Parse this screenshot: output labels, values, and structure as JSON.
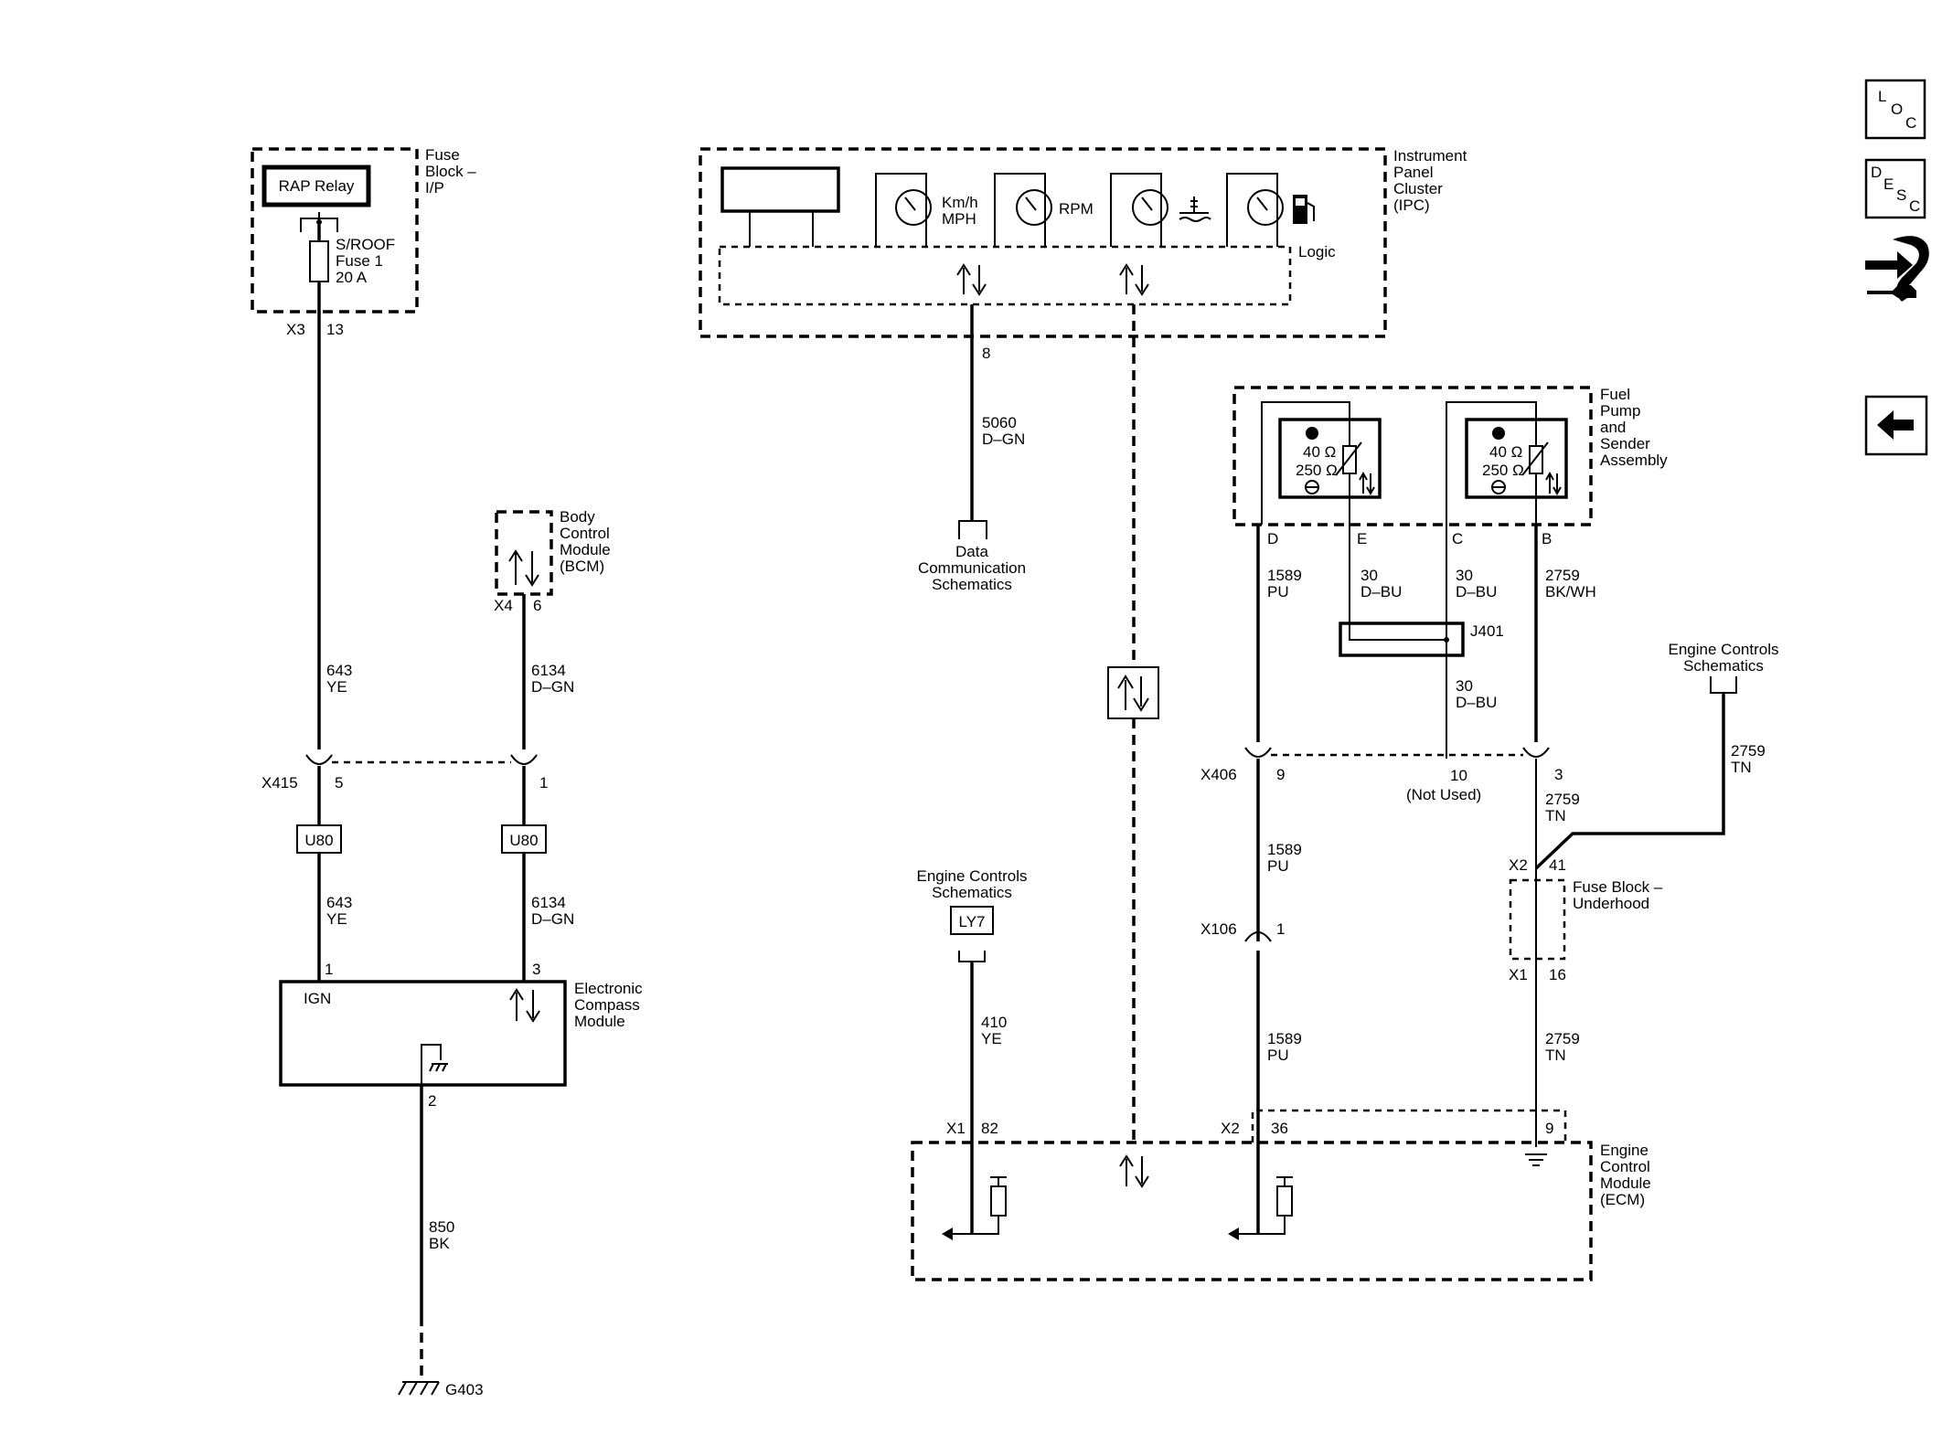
{
  "fuse_block_ip": {
    "name": "Fuse Block – I/P",
    "relay": "RAP Relay",
    "fuse": "S/ROOF Fuse 1 20 A",
    "connector": "X3",
    "pin": "13"
  },
  "bcm": {
    "name": "Body Control Module (BCM)",
    "connector": "X4",
    "pin": "6"
  },
  "wire_643": {
    "circuit": "643",
    "color": "YE"
  },
  "wire_6134": {
    "circuit": "6134",
    "color": "D–GN"
  },
  "x415": {
    "connector": "X415",
    "pin_a": "5",
    "pin_b": "1"
  },
  "u80": {
    "label": "U80"
  },
  "compass": {
    "name": "Electronic Compass Module",
    "ign": "IGN",
    "pin_1": "1",
    "pin_3": "3",
    "pin_2": "2"
  },
  "ground_wire": {
    "circuit": "850",
    "color": "BK",
    "ground": "G403"
  },
  "ipc": {
    "name": "Instrument Panel Cluster (IPC)",
    "speed": "Km/h MPH",
    "rpm": "RPM",
    "logic": "Logic",
    "pin": "8"
  },
  "wire_5060": {
    "circuit": "5060",
    "color": "D–GN"
  },
  "data_comm": {
    "label": "Data Communication Schematics"
  },
  "fuel_pump": {
    "name": "Fuel Pump and Sender Assembly",
    "ohm_40": "40 Ω",
    "ohm_250": "250 Ω",
    "pin_d": "D",
    "pin_e": "E",
    "pin_c": "C",
    "pin_b": "B"
  },
  "wire_1589": {
    "circuit": "1589",
    "color": "PU"
  },
  "wire_30": {
    "circuit": "30",
    "color": "D–BU"
  },
  "wire_2759": {
    "circuit": "2759",
    "color_bkwh": "BK/WH",
    "color_tn": "TN"
  },
  "j401": {
    "label": "J401"
  },
  "x406": {
    "connector": "X406",
    "pin_9": "9",
    "pin_10": "10",
    "not_used": "(Not Used)",
    "pin_3": "3"
  },
  "engine_controls": {
    "label": "Engine Controls Schematics"
  },
  "fuse_block_uh": {
    "name": "Fuse Block – Underhood",
    "x2": "X2",
    "pin_41": "41",
    "x1": "X1",
    "pin_16": "16"
  },
  "x106": {
    "connector": "X106",
    "pin": "1"
  },
  "ly7": {
    "label": "LY7"
  },
  "wire_410": {
    "circuit": "410",
    "color": "YE"
  },
  "ecm": {
    "name": "Engine Control Module (ECM)",
    "x1": "X1",
    "pin_82": "82",
    "x2": "X2",
    "pin_36": "36",
    "pin_9": "9"
  },
  "nav": {
    "loc_l": "L",
    "loc_o": "O",
    "loc_c": "C",
    "desc_d": "D",
    "desc_e": "E",
    "desc_s": "S",
    "desc_c": "C"
  }
}
